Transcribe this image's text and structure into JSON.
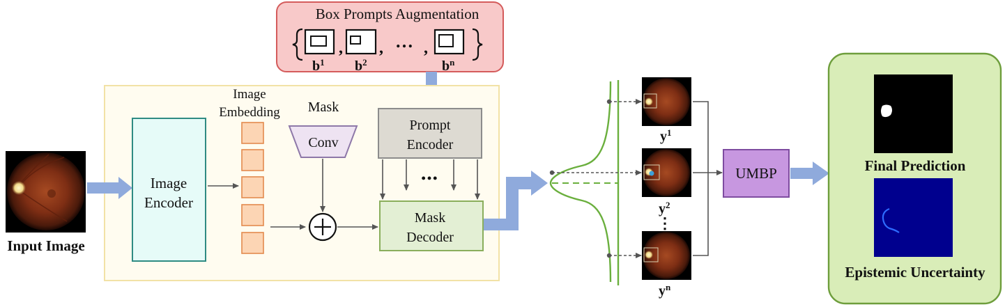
{
  "augmentation": {
    "title": "Box Prompts Augmentation",
    "ellipsis": "…",
    "prompts": [
      {
        "base": "b",
        "sup": "1"
      },
      {
        "base": "b",
        "sup": "2"
      },
      {
        "base": "b",
        "sup": "n"
      }
    ]
  },
  "input": {
    "label": "Input Image"
  },
  "encoder": {
    "line1": "Image",
    "line2": "Encoder"
  },
  "embedding": {
    "line1": "Image",
    "line2": "Embedding",
    "cells": 5
  },
  "mask": {
    "label": "Mask",
    "conv_label": "Conv",
    "plus": "+"
  },
  "prompt_encoder": {
    "line1": "Prompt",
    "line2": "Encoder"
  },
  "decoder": {
    "line1": "Mask",
    "line2": "Decoder",
    "dots": "•••"
  },
  "samples": [
    {
      "base": "y",
      "sup": "1"
    },
    {
      "base": "y",
      "sup": "2"
    },
    {
      "base": "y",
      "sup": "n"
    }
  ],
  "vdots": "⋮",
  "umbp": {
    "label": "UMBP"
  },
  "outputs": {
    "final_prediction": "Final Prediction",
    "epistemic_uncertainty": "Epistemic Uncertainty"
  },
  "colors": {
    "arrow_blue": "#8FAADC",
    "aug_fill": "#F8C9C9",
    "aug_stroke": "#D45B5B",
    "panel_fill": "#FFFCF0",
    "panel_stroke": "#F2E2A6",
    "encoder_fill": "#E6FBF8",
    "encoder_stroke": "#2E8B83",
    "embed_fill": "#FCD5B4",
    "embed_stroke": "#E38A4D",
    "conv_fill": "#EEE3F2",
    "conv_stroke": "#8E78A8",
    "prompt_fill": "#DDDAD2",
    "prompt_stroke": "#8C8C8C",
    "decoder_fill": "#E3EFD4",
    "decoder_stroke": "#8AAE5C",
    "gauss_green": "#6AAF3D",
    "umbp_fill": "#C797E0",
    "umbp_stroke": "#7E4CA0",
    "out_fill": "#D9EDB8",
    "out_stroke": "#6E9E3C"
  }
}
